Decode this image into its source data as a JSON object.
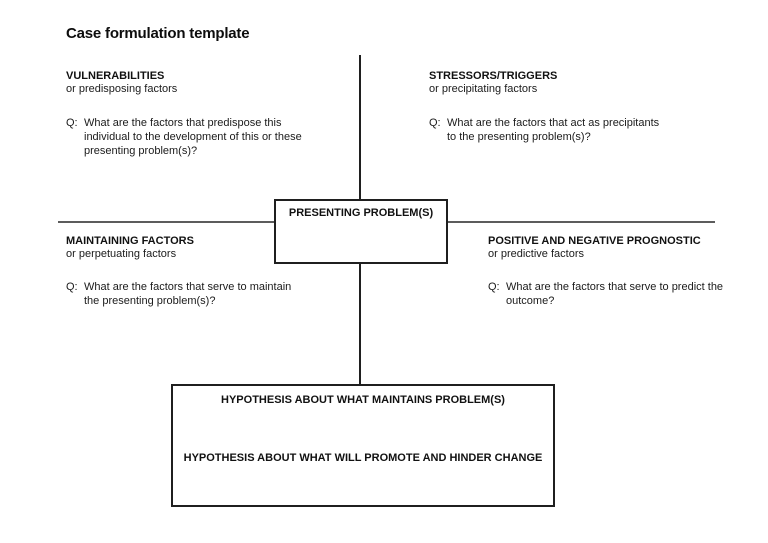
{
  "title": "Case formulation template",
  "colors": {
    "background": "#ffffff",
    "text": "#1b1b1b",
    "divider_horizontal": "#5c5c5c",
    "divider_vertical": "#1f1f1f",
    "box_border": "#1f1f1f"
  },
  "quadrants": {
    "top_left": {
      "heading": "VULNERABILITIES",
      "subheading": "or predisposing factors",
      "q_label": "Q:",
      "lines": [
        "What are the factors that predispose this",
        "individual to the development of this or these",
        "presenting problem(s)?"
      ]
    },
    "top_right": {
      "heading": "STRESSORS/TRIGGERS",
      "subheading": "or precipitating factors",
      "q_label": "Q:",
      "lines": [
        "What are the factors that act as precipitants",
        "to the presenting problem(s)?"
      ]
    },
    "bottom_left": {
      "heading": "MAINTAINING FACTORS",
      "subheading": "or perpetuating factors",
      "q_label": "Q:",
      "lines": [
        "What are the factors that serve to maintain",
        "the presenting problem(s)?"
      ]
    },
    "bottom_right": {
      "heading": "POSITIVE AND NEGATIVE PROGNOSTIC",
      "subheading": "or predictive factors",
      "q_label": "Q:",
      "lines": [
        "What are the factors that serve to predict the",
        "outcome?"
      ]
    }
  },
  "center_box": {
    "label": "PRESENTING PROBLEM(S)"
  },
  "bottom_box": {
    "line1": "HYPOTHESIS ABOUT WHAT MAINTAINS PROBLEM(S)",
    "line2": "HYPOTHESIS ABOUT WHAT WILL PROMOTE AND HINDER CHANGE"
  }
}
